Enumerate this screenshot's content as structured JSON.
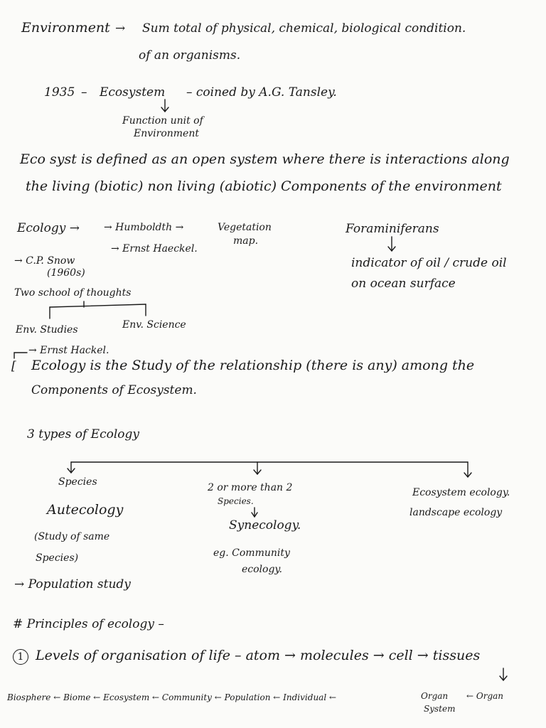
{
  "environment": {
    "term": "Environment",
    "def1": "Sum total of physical, chemical, biological condition.",
    "def2": "of an organisms."
  },
  "ecosystem": {
    "year": "1935",
    "dash": "–",
    "term": "Ecosystem",
    "coined": "– coined by A.G. Tansley.",
    "function1": "Function unit of",
    "function2": "Environment"
  },
  "definition": {
    "line1": "Eco syst is defined as an open system where there is interactions along",
    "line2": "the living (biotic) non living (abiotic) Components of the environment"
  },
  "ecology_origin": {
    "ecology": "Ecology →",
    "humboldt": "→ Humboldth →",
    "vegetation1": "Vegetation",
    "vegetation2": "map.",
    "haeckel": "→ Ernst Haeckel.",
    "snow": "→ C.P. Snow",
    "snow_year": "(1960s)"
  },
  "foraminiferans": {
    "term": "Foraminiferans",
    "ind1": "indicator of oil / crude oil",
    "ind2": "on ocean surface"
  },
  "schools": {
    "title": "Two school of thoughts",
    "left": "Env. Studies",
    "right": "Env. Science"
  },
  "definition2": {
    "haeckel": "→ Ernst Hackel.",
    "line1": "Ecology is the Study of the relationship (there is any) among the",
    "line2": "Components of Ecosystem."
  },
  "types": {
    "title": "3 types of Ecology",
    "species": "Species",
    "autecology": "Autecology",
    "study1": "(Study of same",
    "study2": "Species)",
    "population": "→ Population study",
    "two_more1": "2 or more than 2",
    "two_more2": "Species.",
    "synecology": "Synecology.",
    "eg1": "eg. Community",
    "eg2": "ecology.",
    "ecosystem_ecology": "Ecosystem ecology.",
    "landscape_ecology": "landscape ecology"
  },
  "principles": {
    "title": "# Principles of ecology –",
    "num": "1",
    "levels": "Levels of organisation of life – atom → molecules → cell → tissues",
    "bottom_left": "Biosphere ← Biome ← Ecosystem ← Community ← Population ← Individual ←",
    "organ_system1": "Organ",
    "organ_system2": "System",
    "organ": "← Organ"
  }
}
